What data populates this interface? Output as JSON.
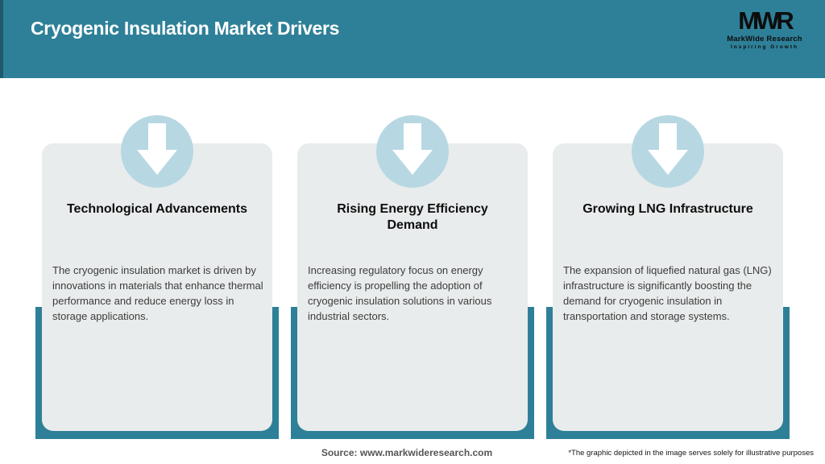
{
  "colors": {
    "teal": "#2e8098",
    "teal_dark": "#1e5a6c",
    "circle_blue": "#b7d8e3",
    "card_bg": "#e9ecec",
    "title_text": "#ffffff"
  },
  "header": {
    "title": "Cryogenic Insulation Market Drivers",
    "logo": {
      "initials": "MWR",
      "name": "MarkWide Research",
      "tagline": "Inspiring Growth"
    }
  },
  "cards": [
    {
      "icon": "arrow-down-icon",
      "title": "Technological Advancements",
      "body": "The cryogenic insulation market is driven by innovations in materials that enhance thermal performance and reduce energy loss in storage applications."
    },
    {
      "icon": "arrow-down-icon",
      "title": "Rising Energy Efficiency\nDemand",
      "body": "Increasing regulatory focus on energy efficiency is propelling the adoption of cryogenic insulation solutions in various industrial sectors."
    },
    {
      "icon": "arrow-down-icon",
      "title": "Growing LNG Infrastructure",
      "body": "The expansion of liquefied natural gas (LNG) infrastructure is significantly boosting the demand for cryogenic insulation in transportation and storage systems."
    }
  ],
  "footer": {
    "source": "Source: www.markwideresearch.com",
    "note": "*The graphic depicted in the image serves solely for illustrative purposes"
  }
}
